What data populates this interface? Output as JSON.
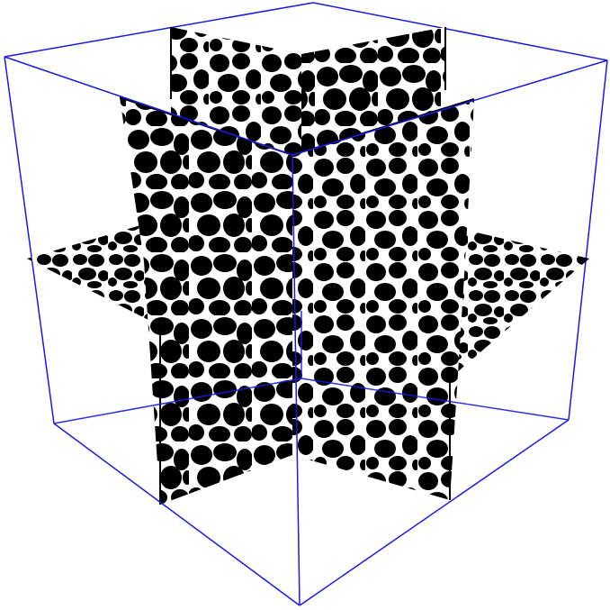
{
  "scene": {
    "background_color": "#ffffff",
    "box_edge_color": "#1a1ae6",
    "slice_solid_color": "#000000",
    "slice_pore_color": "#ffffff",
    "slices": [
      "xy-plane",
      "yz-plane",
      "xz-plane"
    ]
  }
}
